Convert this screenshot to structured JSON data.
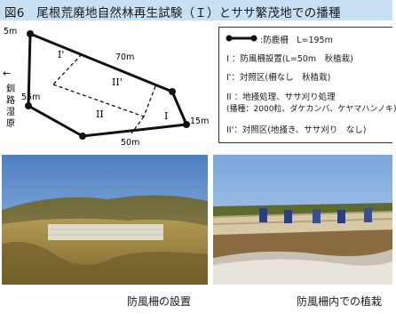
{
  "title": "図6　尾根荒廃地自然林再生試験（Ｉ）とササ繁茂地での播種",
  "diagram": {
    "label_5m": "5m",
    "label_70m": "70m",
    "label_55m": "55m",
    "label_50m": "50m",
    "label_15m": "15m",
    "zone_I_prime": "I'",
    "zone_II_prime": "II'",
    "zone_II": "II",
    "zone_I": "I",
    "direction_arrow": "←",
    "direction_text": [
      "釧",
      "路",
      "湿",
      "原"
    ]
  },
  "legend": {
    "fence": ":防鹿柵　L=195m",
    "zone_I": "I ：防風柵設置(L=50m　秋植栽)",
    "zone_I_prime": "I'：対照区(柵なし　秋植栽)",
    "zone_II": "II ：地掻処理、ササ刈り処理",
    "zone_II_sub": "(播種：2000粒、ダケカンバ、ケヤマハンノキ)",
    "zone_II_prime": "II'：対照区(地掻き、ササ刈り　なし)"
  },
  "captions": {
    "left": "防風柵の設置",
    "right": "防風柵内での植栽"
  },
  "colors": {
    "title_bg": "#c8e0f4",
    "fence_line": "#111111"
  }
}
